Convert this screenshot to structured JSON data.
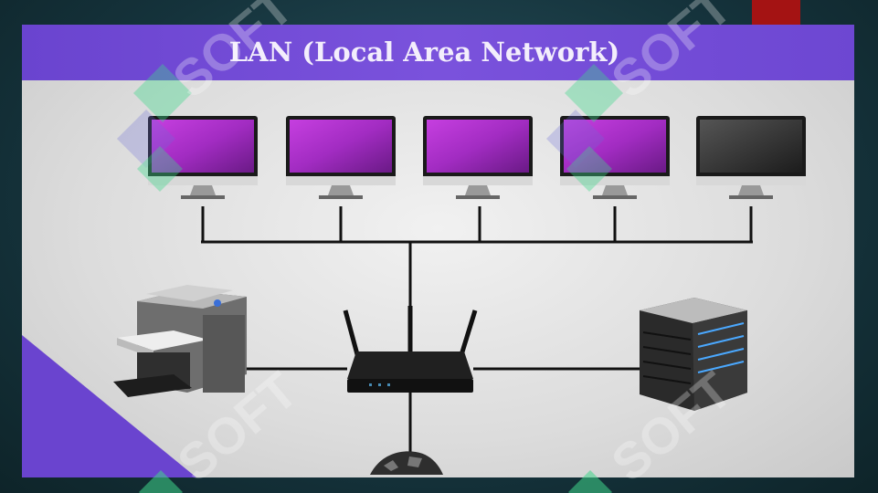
{
  "slide": {
    "title": "LAN (Local Area Network)"
  },
  "watermark_text": "SOFT",
  "colors": {
    "title_bar": "#7350d8",
    "accent_red": "#a41313",
    "screen_purple": "#b030c8",
    "watermark_green": "#3fd68a"
  },
  "devices": {
    "computers": [
      "monitor",
      "monitor",
      "monitor",
      "monitor",
      "monitor"
    ],
    "router": "wifi-router",
    "printer": "printer",
    "server": "server",
    "internet": "globe"
  }
}
